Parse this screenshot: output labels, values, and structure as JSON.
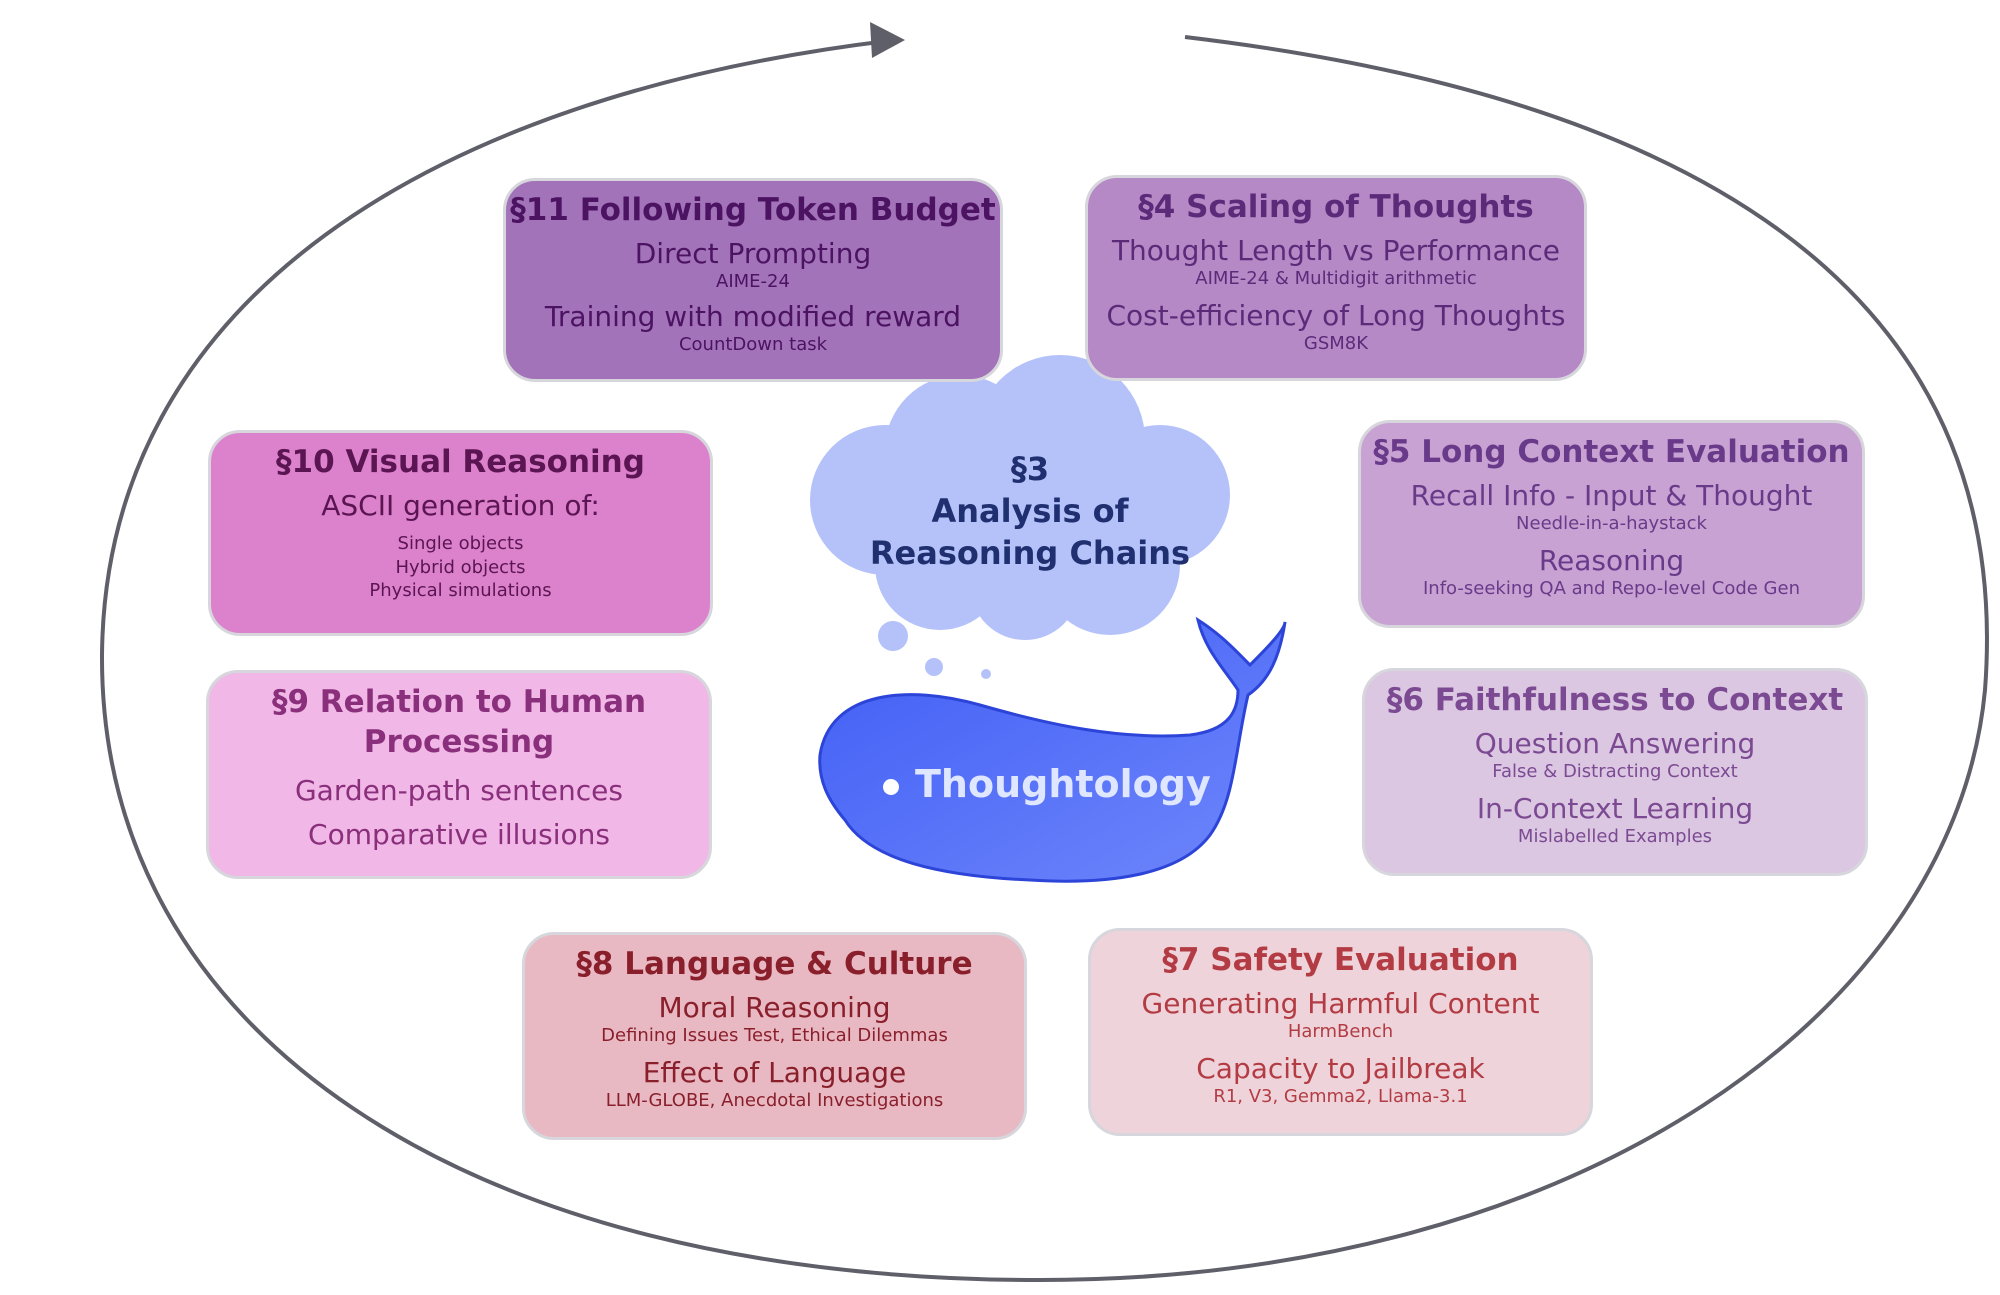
{
  "center": {
    "section": "§3",
    "title_line1": "Analysis of",
    "title_line2": "Reasoning Chains",
    "whale_label": "Thoughtology"
  },
  "boxes": {
    "s11": {
      "title": "§11 Following Token Budget",
      "h1": "Direct Prompting",
      "s1": "AIME-24",
      "h2": "Training with modified reward",
      "s2": "CountDown task"
    },
    "s4": {
      "title": "§4 Scaling of Thoughts",
      "h1": "Thought Length vs Performance",
      "s1": "AIME-24 & Multidigit arithmetic",
      "h2": "Cost-efficiency of Long Thoughts",
      "s2": "GSM8K"
    },
    "s10": {
      "title": "§10 Visual Reasoning",
      "h1": "ASCII generation of:",
      "items": [
        "Single  objects",
        "Hybrid  objects",
        "Physical  simulations"
      ]
    },
    "s5": {
      "title": "§5 Long Context Evaluation",
      "h1": "Recall Info - Input & Thought",
      "s1": "Needle-in-a-haystack",
      "h2": "Reasoning",
      "s2": "Info-seeking QA and Repo-level Code Gen"
    },
    "s9": {
      "title_line1": "§9 Relation to Human",
      "title_line2": "Processing",
      "h1": "Garden-path sentences",
      "h2": "Comparative illusions"
    },
    "s6": {
      "title": "§6 Faithfulness to Context",
      "h1": "Question Answering",
      "s1": "False & Distracting Context",
      "h2": "In-Context Learning",
      "s2": "Mislabelled Examples"
    },
    "s8": {
      "title": "§8 Language & Culture",
      "h1": "Moral Reasoning",
      "s1": "Defining Issues Test, Ethical Dilemmas",
      "h2": "Effect of Language",
      "s2": "LLM-GLOBE, Anecdotal Investigations"
    },
    "s7": {
      "title": "§7 Safety Evaluation",
      "h1": "Generating Harmful Content",
      "s1": "HarmBench",
      "h2": "Capacity to Jailbreak",
      "s2": "R1, V3, Gemma2, Llama-3.1"
    }
  },
  "colors": {
    "s11": {
      "bg": "#a273b8",
      "fg": "#4c1363"
    },
    "s4": {
      "bg": "#b589c6",
      "fg": "#5b2b7a"
    },
    "s10": {
      "bg": "#dc82cc",
      "fg": "#5b1553"
    },
    "s5": {
      "bg": "#c8a2d2",
      "fg": "#6a3a8a"
    },
    "s9": {
      "bg": "#f1b7e6",
      "fg": "#8a2f7c"
    },
    "s6": {
      "bg": "#dcc7e2",
      "fg": "#7b4a92"
    },
    "s8": {
      "bg": "#e9b9c3",
      "fg": "#8a1f2c"
    },
    "s7": {
      "bg": "#eed4da",
      "fg": "#b33c44"
    },
    "cloud": "#b5c2f9",
    "cloud_text": "#1f2f70",
    "whale": "#4f6ef7",
    "whale_text": "#dfe6ff",
    "cycle": "#5f5f6a"
  }
}
